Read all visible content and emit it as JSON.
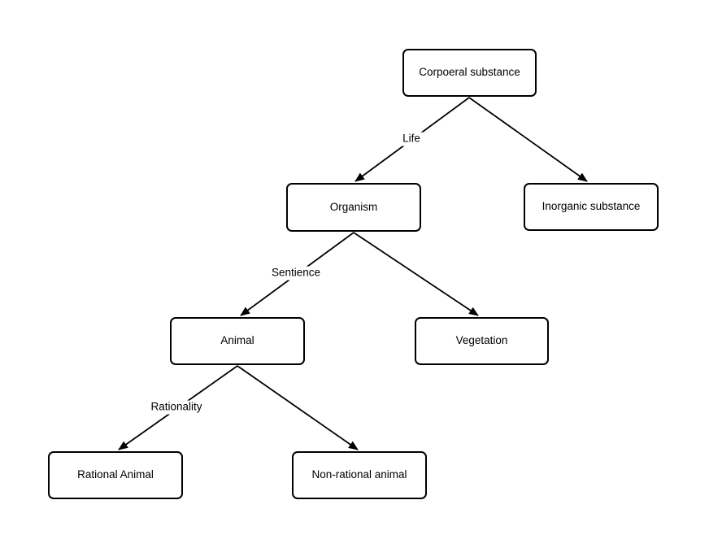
{
  "diagram": {
    "type": "tree",
    "colors": {
      "stroke": "#000000",
      "node_fill": "#ffffff",
      "text": "#000000",
      "background": "#ffffff"
    },
    "nodes": [
      {
        "id": "corporeal-substance",
        "label": "Corpoeral substance"
      },
      {
        "id": "organism",
        "label": "Organism"
      },
      {
        "id": "inorganic-substance",
        "label": "Inorganic substance"
      },
      {
        "id": "animal",
        "label": "Animal"
      },
      {
        "id": "vegetation",
        "label": "Vegetation"
      },
      {
        "id": "rational-animal",
        "label": "Rational Animal"
      },
      {
        "id": "non-rational-animal",
        "label": "Non-rational animal"
      }
    ],
    "edges": [
      {
        "from": "corporeal-substance",
        "to": "organism",
        "label": "Life"
      },
      {
        "from": "corporeal-substance",
        "to": "inorganic-substance",
        "label": ""
      },
      {
        "from": "organism",
        "to": "animal",
        "label": "Sentience"
      },
      {
        "from": "organism",
        "to": "vegetation",
        "label": ""
      },
      {
        "from": "animal",
        "to": "rational-animal",
        "label": "Rationality"
      },
      {
        "from": "animal",
        "to": "non-rational-animal",
        "label": ""
      }
    ]
  }
}
